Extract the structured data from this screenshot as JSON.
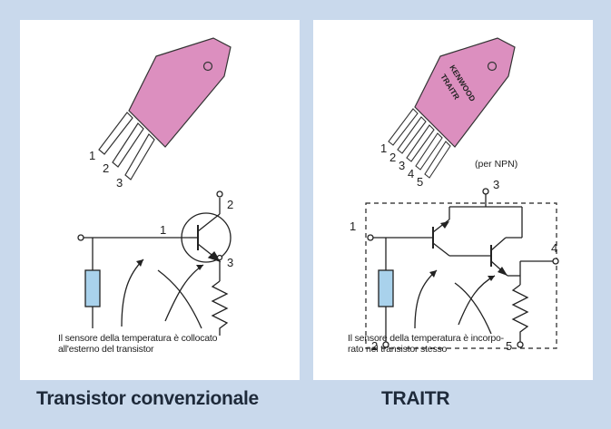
{
  "left": {
    "title": "Transistor convenzionale",
    "caption_line1": "Il sensore della temperatura è collocato",
    "caption_line2": "all'esterno del transistor",
    "pins": [
      "1",
      "2",
      "3"
    ],
    "nodes": [
      "1",
      "2",
      "3"
    ]
  },
  "right": {
    "title": "TRAITR",
    "brand_line1": "KENWOOD",
    "brand_line2": "TRAITR",
    "note": "(per NPN)",
    "caption_line1": "Il sensore della temperatura è incorpo-",
    "caption_line2": "rato nel transistor stesso",
    "pins": [
      "1",
      "2",
      "3",
      "4",
      "5"
    ],
    "nodes": [
      "1",
      "2",
      "3",
      "4",
      "5"
    ]
  },
  "colors": {
    "background": "#c9d9ec",
    "package": "#dc8fbf",
    "sensor": "#a9d2ec"
  }
}
